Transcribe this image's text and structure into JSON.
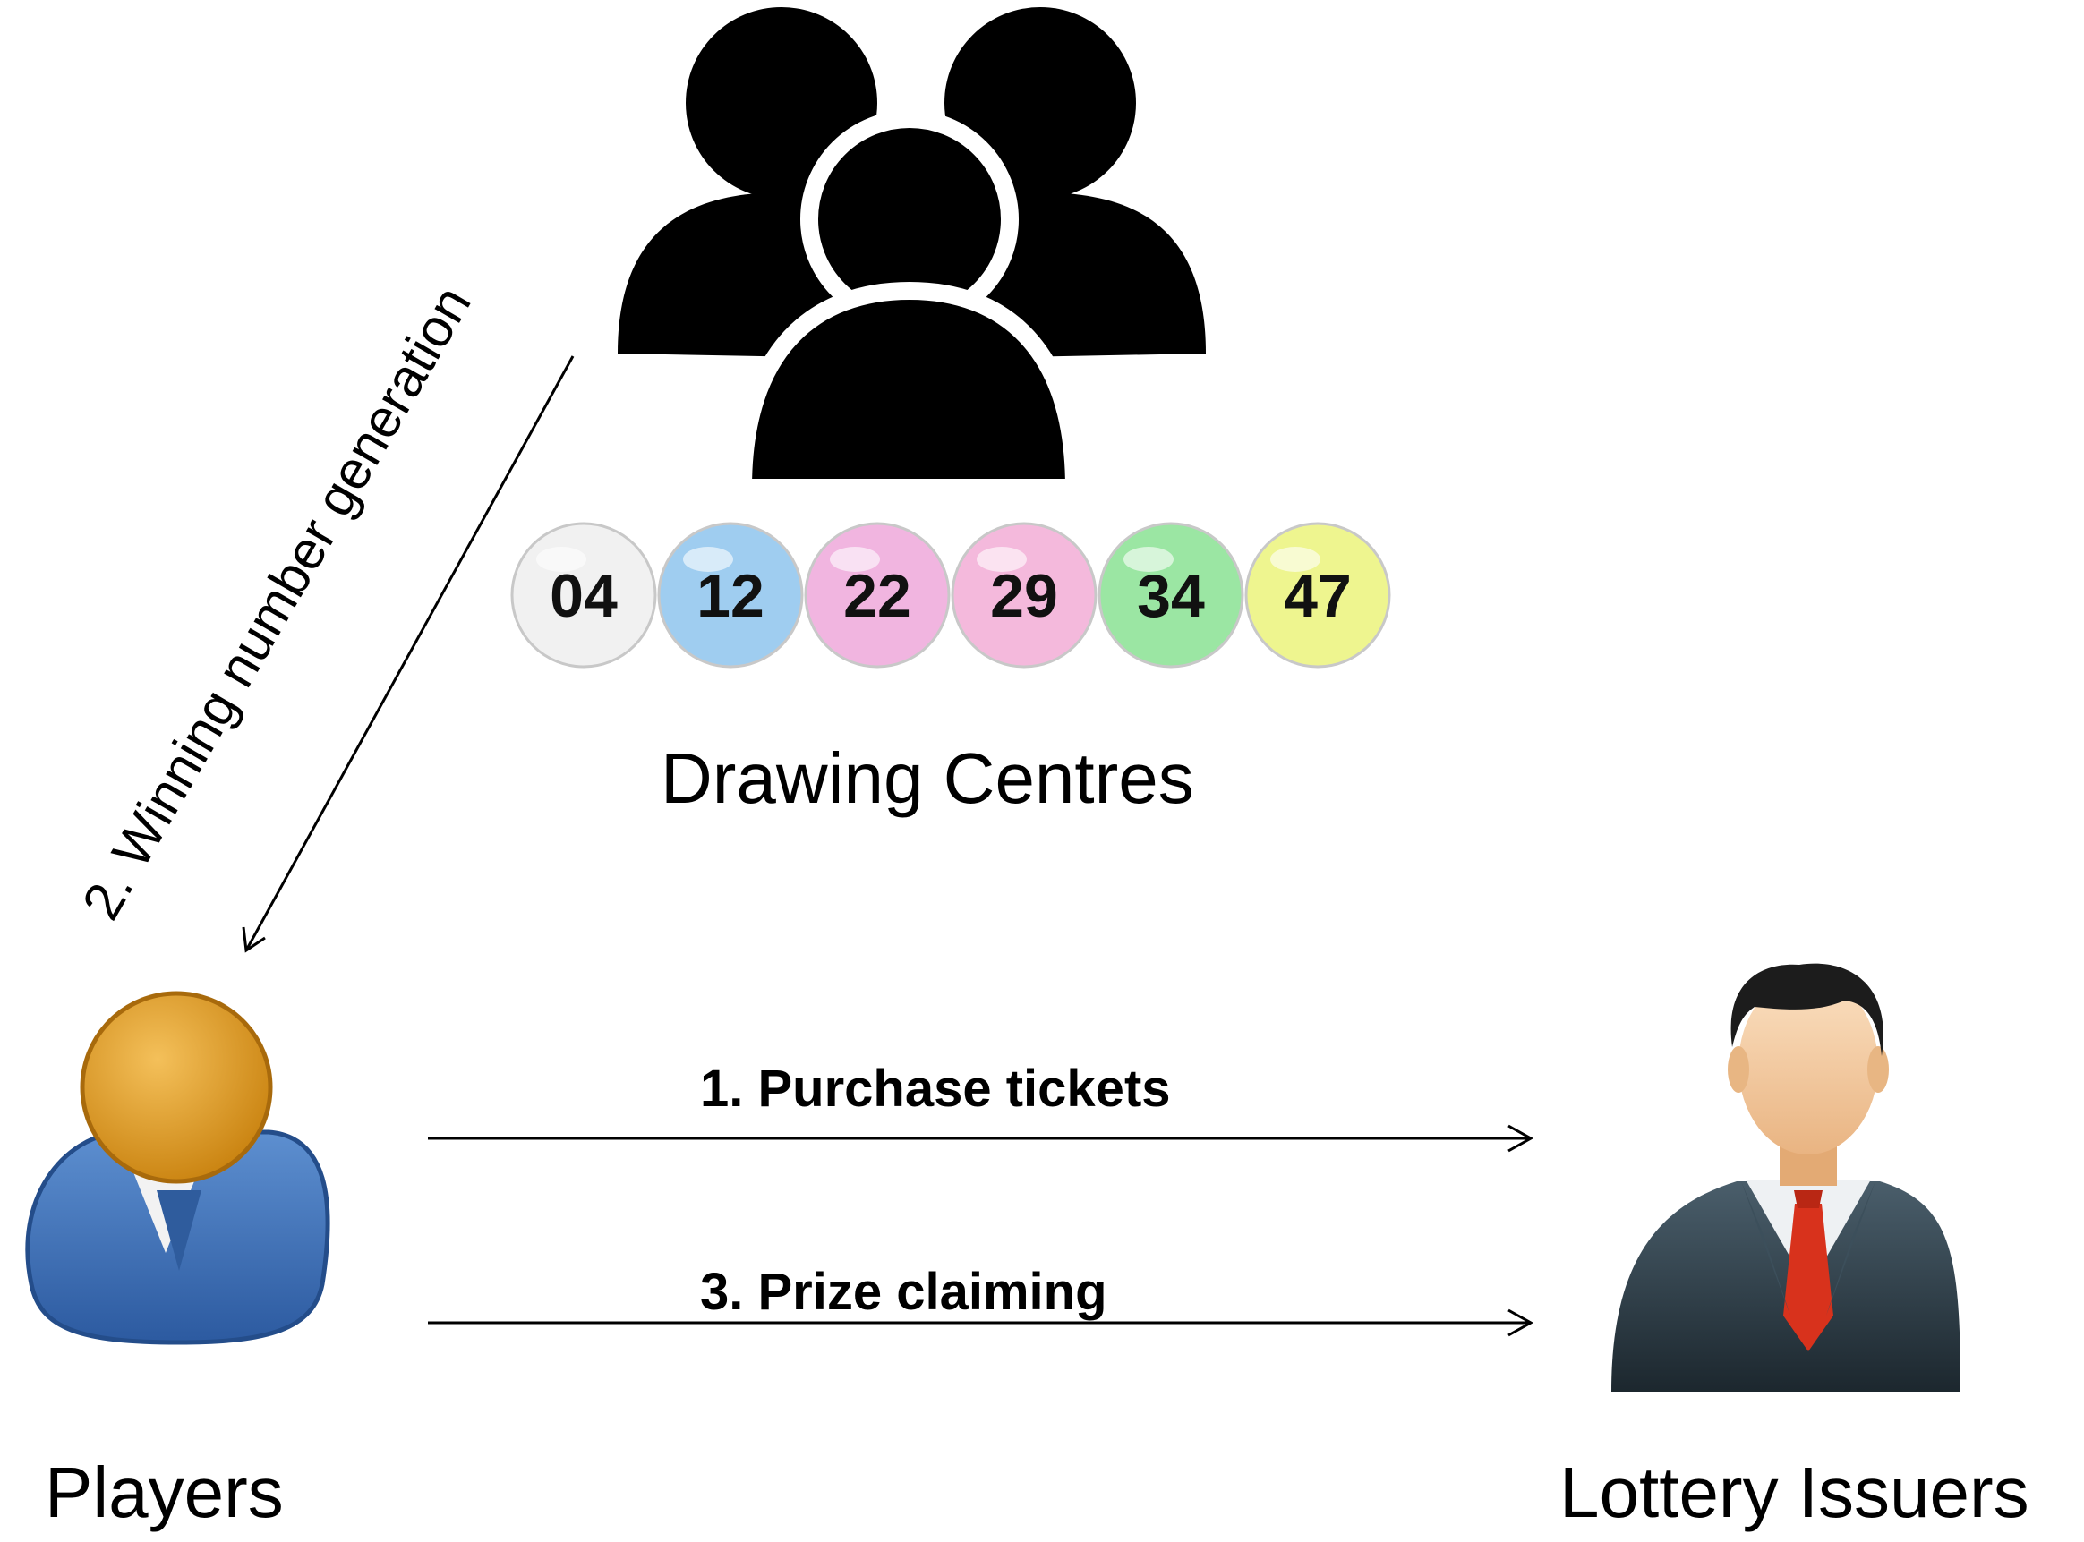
{
  "nodes": {
    "drawing_centres": {
      "label": "Drawing Centres"
    },
    "players": {
      "label": "Players"
    },
    "lottery_issuers": {
      "label": "Lottery Issuers"
    }
  },
  "edges": {
    "purchase": {
      "label": "1. Purchase tickets"
    },
    "winning": {
      "label": "2. Winning number generation"
    },
    "prize": {
      "label": "3. Prize claiming"
    }
  },
  "lottery_balls": [
    {
      "number": "04",
      "color": "#f1f1f1"
    },
    {
      "number": "12",
      "color": "#9fcdf0"
    },
    {
      "number": "22",
      "color": "#f1b5e0"
    },
    {
      "number": "29",
      "color": "#f4b9dc"
    },
    {
      "number": "34",
      "color": "#9be6a3"
    },
    {
      "number": "47",
      "color": "#eef58f"
    }
  ],
  "colors": {
    "group_icon": "#000000",
    "player_head": "#e09a1f",
    "player_body": "#3f6fb4",
    "issuer_suit": "#2b3a44",
    "issuer_tie": "#d8321c",
    "issuer_face": "#f6cfa5"
  }
}
